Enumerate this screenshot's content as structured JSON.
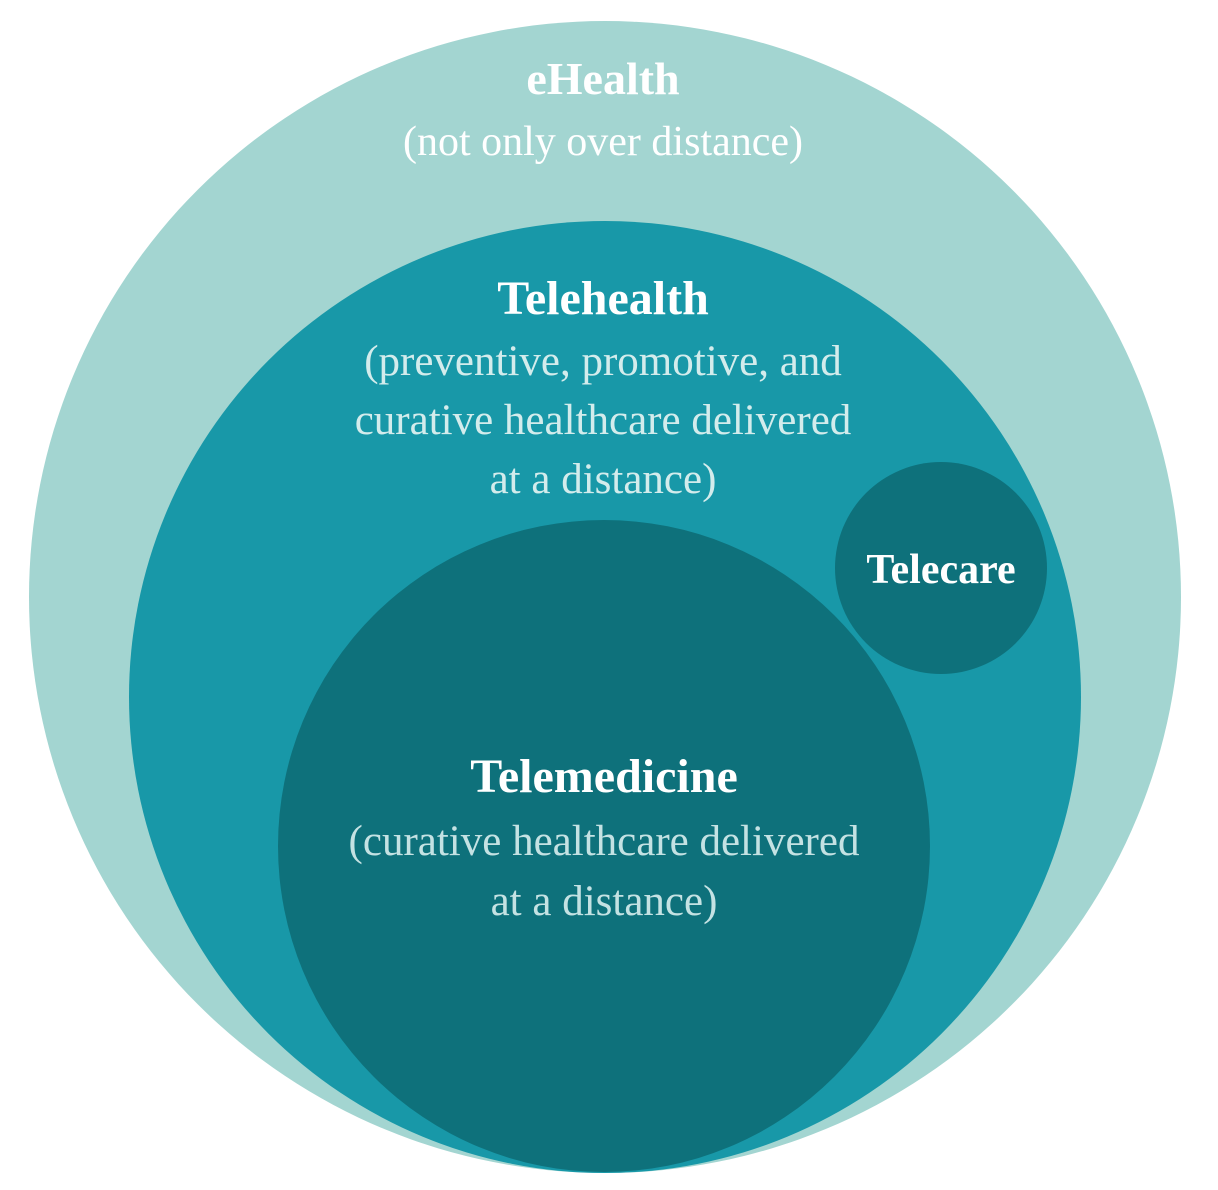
{
  "colors": {
    "outer": "#a3d5d1",
    "middle": "#1898a8",
    "inner": "#0e717b",
    "title_text": "#ffffff",
    "outer_desc_text": "#ffffff",
    "middle_desc_text": "#d3ecec",
    "inner_desc_text": "#c4e2e3"
  },
  "ehealth": {
    "title": "eHealth",
    "description": "(not only over distance)"
  },
  "telehealth": {
    "title": "Telehealth",
    "description_lines": [
      "(preventive, promotive, and",
      "curative healthcare delivered",
      "at a distance)"
    ]
  },
  "telecare": {
    "title": "Telecare"
  },
  "telemedicine": {
    "title": "Telemedicine",
    "description_lines": [
      "(curative healthcare delivered",
      "at a distance)"
    ]
  }
}
